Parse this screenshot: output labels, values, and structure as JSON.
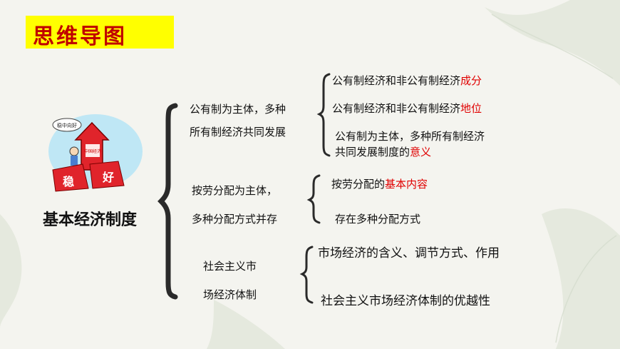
{
  "header": {
    "title": "思维导图"
  },
  "illustration": {
    "house_text": "中国经济",
    "cloud_text": "稳中向好",
    "block1": "稳",
    "block2": "好"
  },
  "root": {
    "label": "基本经济制度"
  },
  "branches": [
    {
      "label_line1": "公有制为主体，多种",
      "label_line2": "所有制经济共同发展",
      "leaves": [
        {
          "text": "公有制经济和非公有制经济",
          "highlight": "成分"
        },
        {
          "text": "公有制经济和非公有制经济",
          "highlight": "地位"
        },
        {
          "text_line1": "公有制为主体，多种所有制经济",
          "text_line2": "共同发展制度的",
          "highlight": "意义"
        }
      ]
    },
    {
      "label_line1": "按劳分配为主体，",
      "label_line2": "多种分配方式并存",
      "leaves": [
        {
          "text": "按劳分配的",
          "highlight": "基本内容"
        },
        {
          "text": "存在多种分配方式"
        }
      ]
    },
    {
      "label_line1": "社会主义市",
      "label_line2": "场经济体制",
      "leaves": [
        {
          "text": "市场经济的含义、调节方式、作用"
        },
        {
          "text": "社会主义市场经济体制的优越性"
        }
      ]
    }
  ],
  "colors": {
    "title_bg": "#ffff00",
    "title_text": "#c00000",
    "highlight": "#e00000",
    "brace": "#2a2a2a"
  }
}
